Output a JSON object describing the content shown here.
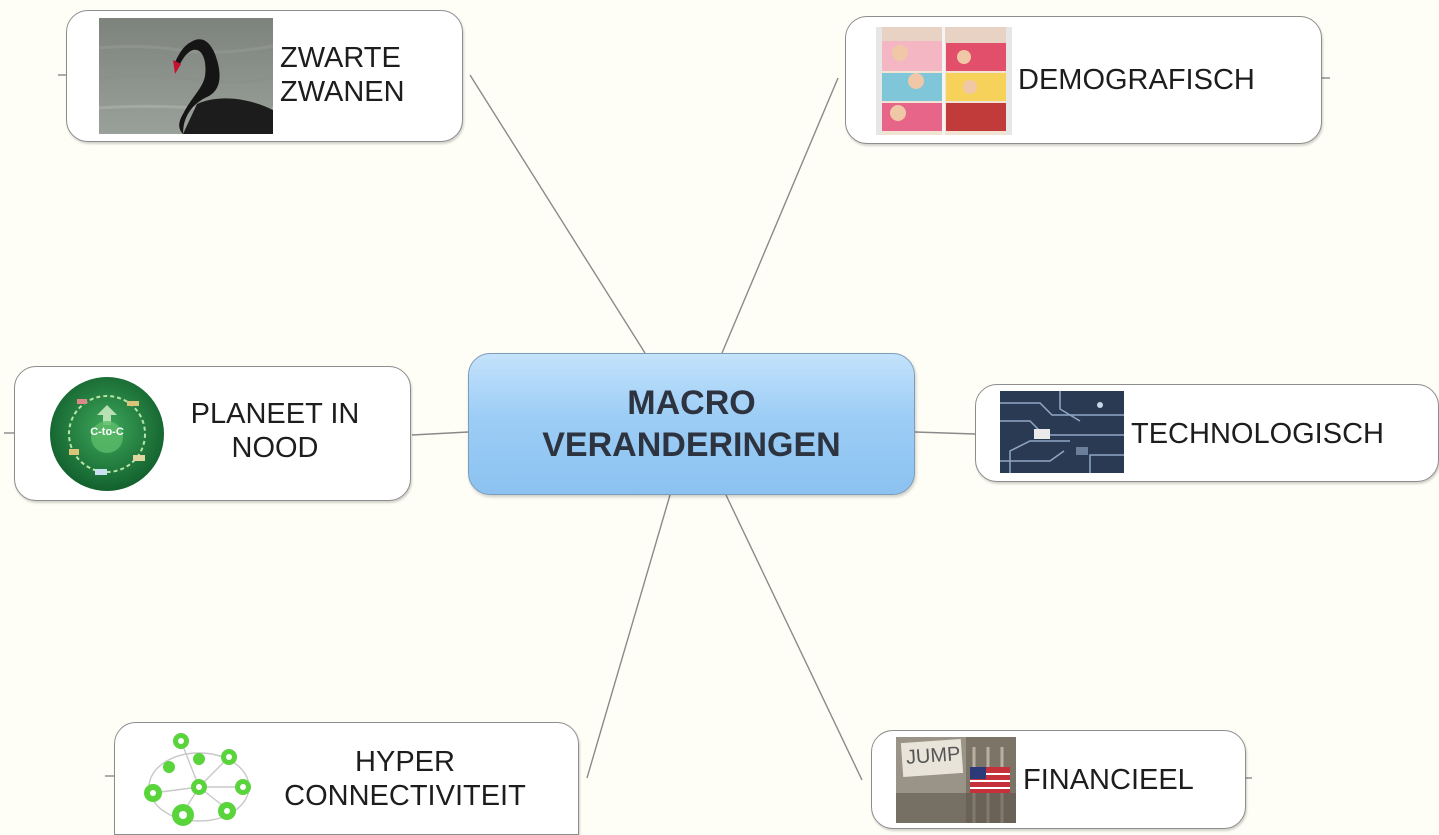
{
  "central": {
    "label": "MACRO\nVERANDERINGEN"
  },
  "topics": {
    "zwarte_zwanen": {
      "label": "ZWARTE\nZWANEN",
      "icon": "black-swan-photo"
    },
    "demografisch": {
      "label": "DEMOGRAFISCH",
      "icon": "babies-photo"
    },
    "planeet": {
      "label": "PLANEET IN\nNOOD",
      "icon": "cradle-to-cradle-logo",
      "logo_text": "C-to-C"
    },
    "technologisch": {
      "label": "TECHNOLOGISCH",
      "icon": "circuit-board-photo"
    },
    "hyper": {
      "label": "HYPER\nCONNECTIVITEIT",
      "icon": "network-graph-icon"
    },
    "financieel": {
      "label": "FINANCIEEL",
      "icon": "wall-street-photo",
      "sign_text": "JUMP"
    }
  },
  "colors": {
    "background": "#fffef6",
    "central_fill": "#9ccdf6",
    "node_border": "#8d8d8d",
    "connector": "#8a8a8a"
  }
}
